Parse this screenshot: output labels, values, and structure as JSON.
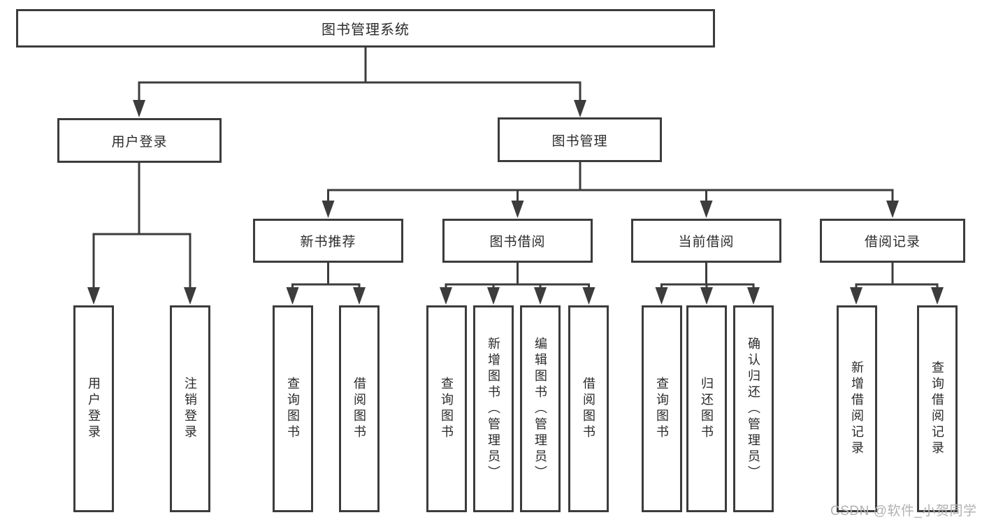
{
  "diagram": {
    "tree": {
      "label": "图书管理系统",
      "children": [
        {
          "label": "用户登录",
          "children": [
            {
              "label": "用户登录"
            },
            {
              "label": "注销登录"
            }
          ]
        },
        {
          "label": "图书管理",
          "children": [
            {
              "label": "新书推荐",
              "children": [
                {
                  "label": "查询图书"
                },
                {
                  "label": "借阅图书"
                }
              ]
            },
            {
              "label": "图书借阅",
              "children": [
                {
                  "label": "查询图书"
                },
                {
                  "label": "新增图书（管理员）"
                },
                {
                  "label": "编辑图书（管理员）"
                },
                {
                  "label": "借阅图书"
                }
              ]
            },
            {
              "label": "当前借阅",
              "children": [
                {
                  "label": "查询图书"
                },
                {
                  "label": "归还图书"
                },
                {
                  "label": "确认归还（管理员）"
                }
              ]
            },
            {
              "label": "借阅记录",
              "children": [
                {
                  "label": "新增借阅记录"
                },
                {
                  "label": "查询借阅记录"
                }
              ]
            }
          ]
        }
      ]
    },
    "colors": {
      "line": "#3c3c3c",
      "text": "#2b2b2b",
      "background": "#ffffff"
    }
  },
  "watermark": {
    "text": "CSDN @软件_小贺同学",
    "color": "#b1b1b1"
  }
}
